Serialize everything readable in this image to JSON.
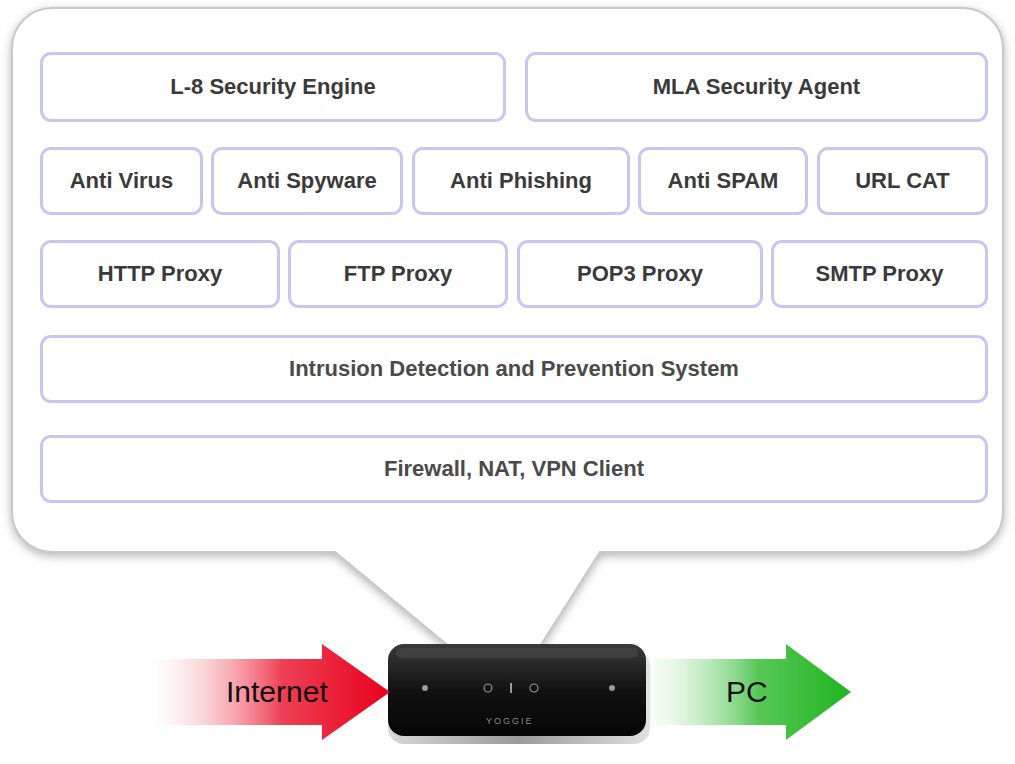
{
  "diagram": {
    "nodes": [
      {
        "text": [
          "L-8 Security Engine"
        ]
      },
      {
        "text": [
          "MLA Security Agent"
        ]
      },
      {
        "text": [
          "Anti Virus"
        ]
      },
      {
        "text": [
          "Anti Spyware"
        ]
      },
      {
        "text": [
          "Anti Phishing"
        ]
      },
      {
        "text": [
          "Anti SPAM"
        ]
      },
      {
        "text": [
          "URL CAT"
        ]
      },
      {
        "text": [
          "HTTP Proxy"
        ]
      },
      {
        "text": [
          "FTP Proxy"
        ]
      },
      {
        "text": [
          "POP3 Proxy"
        ]
      },
      {
        "text": [
          "SMTP Proxy"
        ]
      },
      {
        "text": [
          "Intrusion Detection and Prevention System"
        ]
      },
      {
        "text": [
          "Firewall, NAT,  VPN Client"
        ]
      },
      {
        "text": [
          "Internet"
        ]
      },
      {
        "text": [
          "PC"
        ]
      }
    ],
    "labels": [
      "YOGGIE"
    ]
  }
}
